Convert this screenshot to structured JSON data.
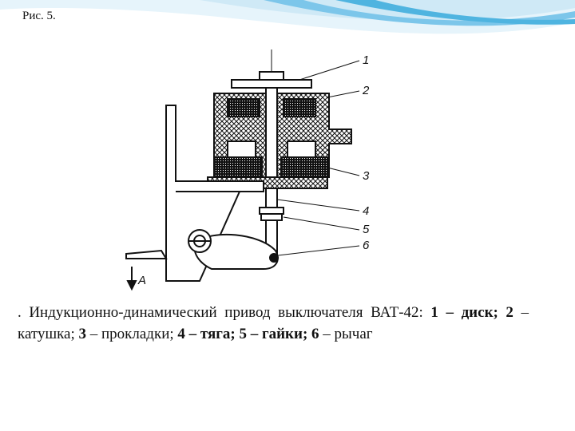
{
  "slide": {
    "label": "Рис. 5."
  },
  "diagram": {
    "callouts": [
      "1",
      "2",
      "3",
      "4",
      "5",
      "6"
    ],
    "arrow_label": "А"
  },
  "caption": {
    "prefix": ". Индукционно-динамический привод выключателя ВАТ-42: ",
    "items": [
      {
        "num": "1",
        "text": " – диск; "
      },
      {
        "num": "2",
        "text": " – катушка; "
      },
      {
        "num": "3",
        "text": " – прокладки; "
      },
      {
        "num": "4",
        "text": " – тяга; "
      },
      {
        "num": "5",
        "text": " – гайки; "
      },
      {
        "num": "6",
        "text": " – рычаг"
      }
    ]
  },
  "colors": {
    "swoosh_light": "#cfe9f6",
    "swoosh_dark": "#4fb4e0",
    "ink": "#111111"
  }
}
